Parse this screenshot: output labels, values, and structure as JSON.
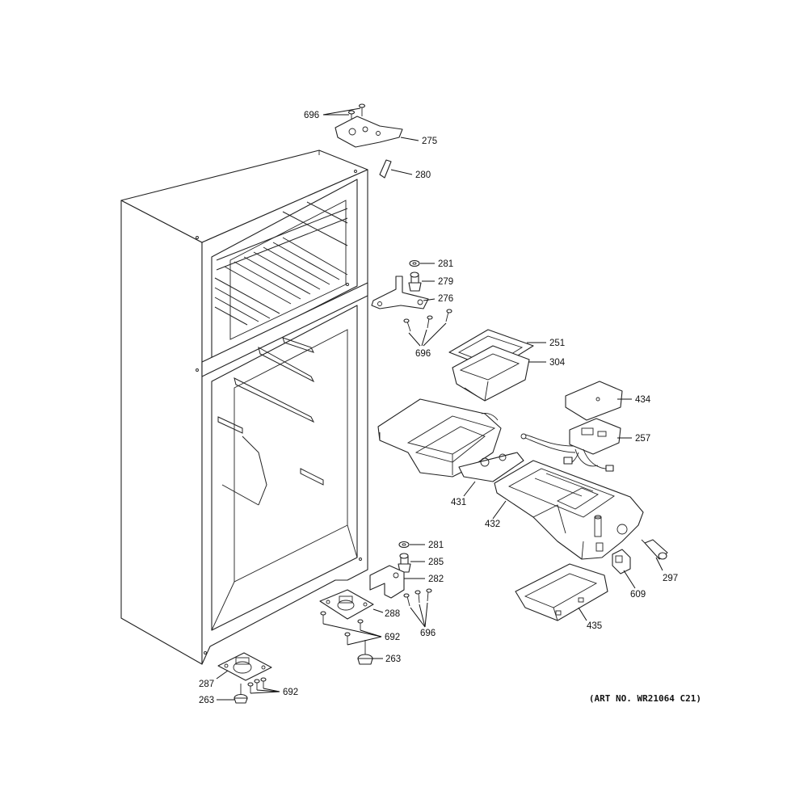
{
  "art_number": "(ART NO. WR21064 C21)",
  "callouts": [
    {
      "id": "c696a",
      "label": "696"
    },
    {
      "id": "c275",
      "label": "275"
    },
    {
      "id": "c280",
      "label": "280"
    },
    {
      "id": "c281a",
      "label": "281"
    },
    {
      "id": "c279",
      "label": "279"
    },
    {
      "id": "c276",
      "label": "276"
    },
    {
      "id": "c696b",
      "label": "696"
    },
    {
      "id": "c251",
      "label": "251"
    },
    {
      "id": "c304",
      "label": "304"
    },
    {
      "id": "c434",
      "label": "434"
    },
    {
      "id": "c257",
      "label": "257"
    },
    {
      "id": "c431",
      "label": "431"
    },
    {
      "id": "c432",
      "label": "432"
    },
    {
      "id": "c281b",
      "label": "281"
    },
    {
      "id": "c285",
      "label": "285"
    },
    {
      "id": "c282",
      "label": "282"
    },
    {
      "id": "c288",
      "label": "288"
    },
    {
      "id": "c692a",
      "label": "692"
    },
    {
      "id": "c696c",
      "label": "696"
    },
    {
      "id": "c263a",
      "label": "263"
    },
    {
      "id": "c297",
      "label": "297"
    },
    {
      "id": "c609",
      "label": "609"
    },
    {
      "id": "c435",
      "label": "435"
    },
    {
      "id": "c287",
      "label": "287"
    },
    {
      "id": "c692b",
      "label": "692"
    },
    {
      "id": "c263b",
      "label": "263"
    }
  ]
}
